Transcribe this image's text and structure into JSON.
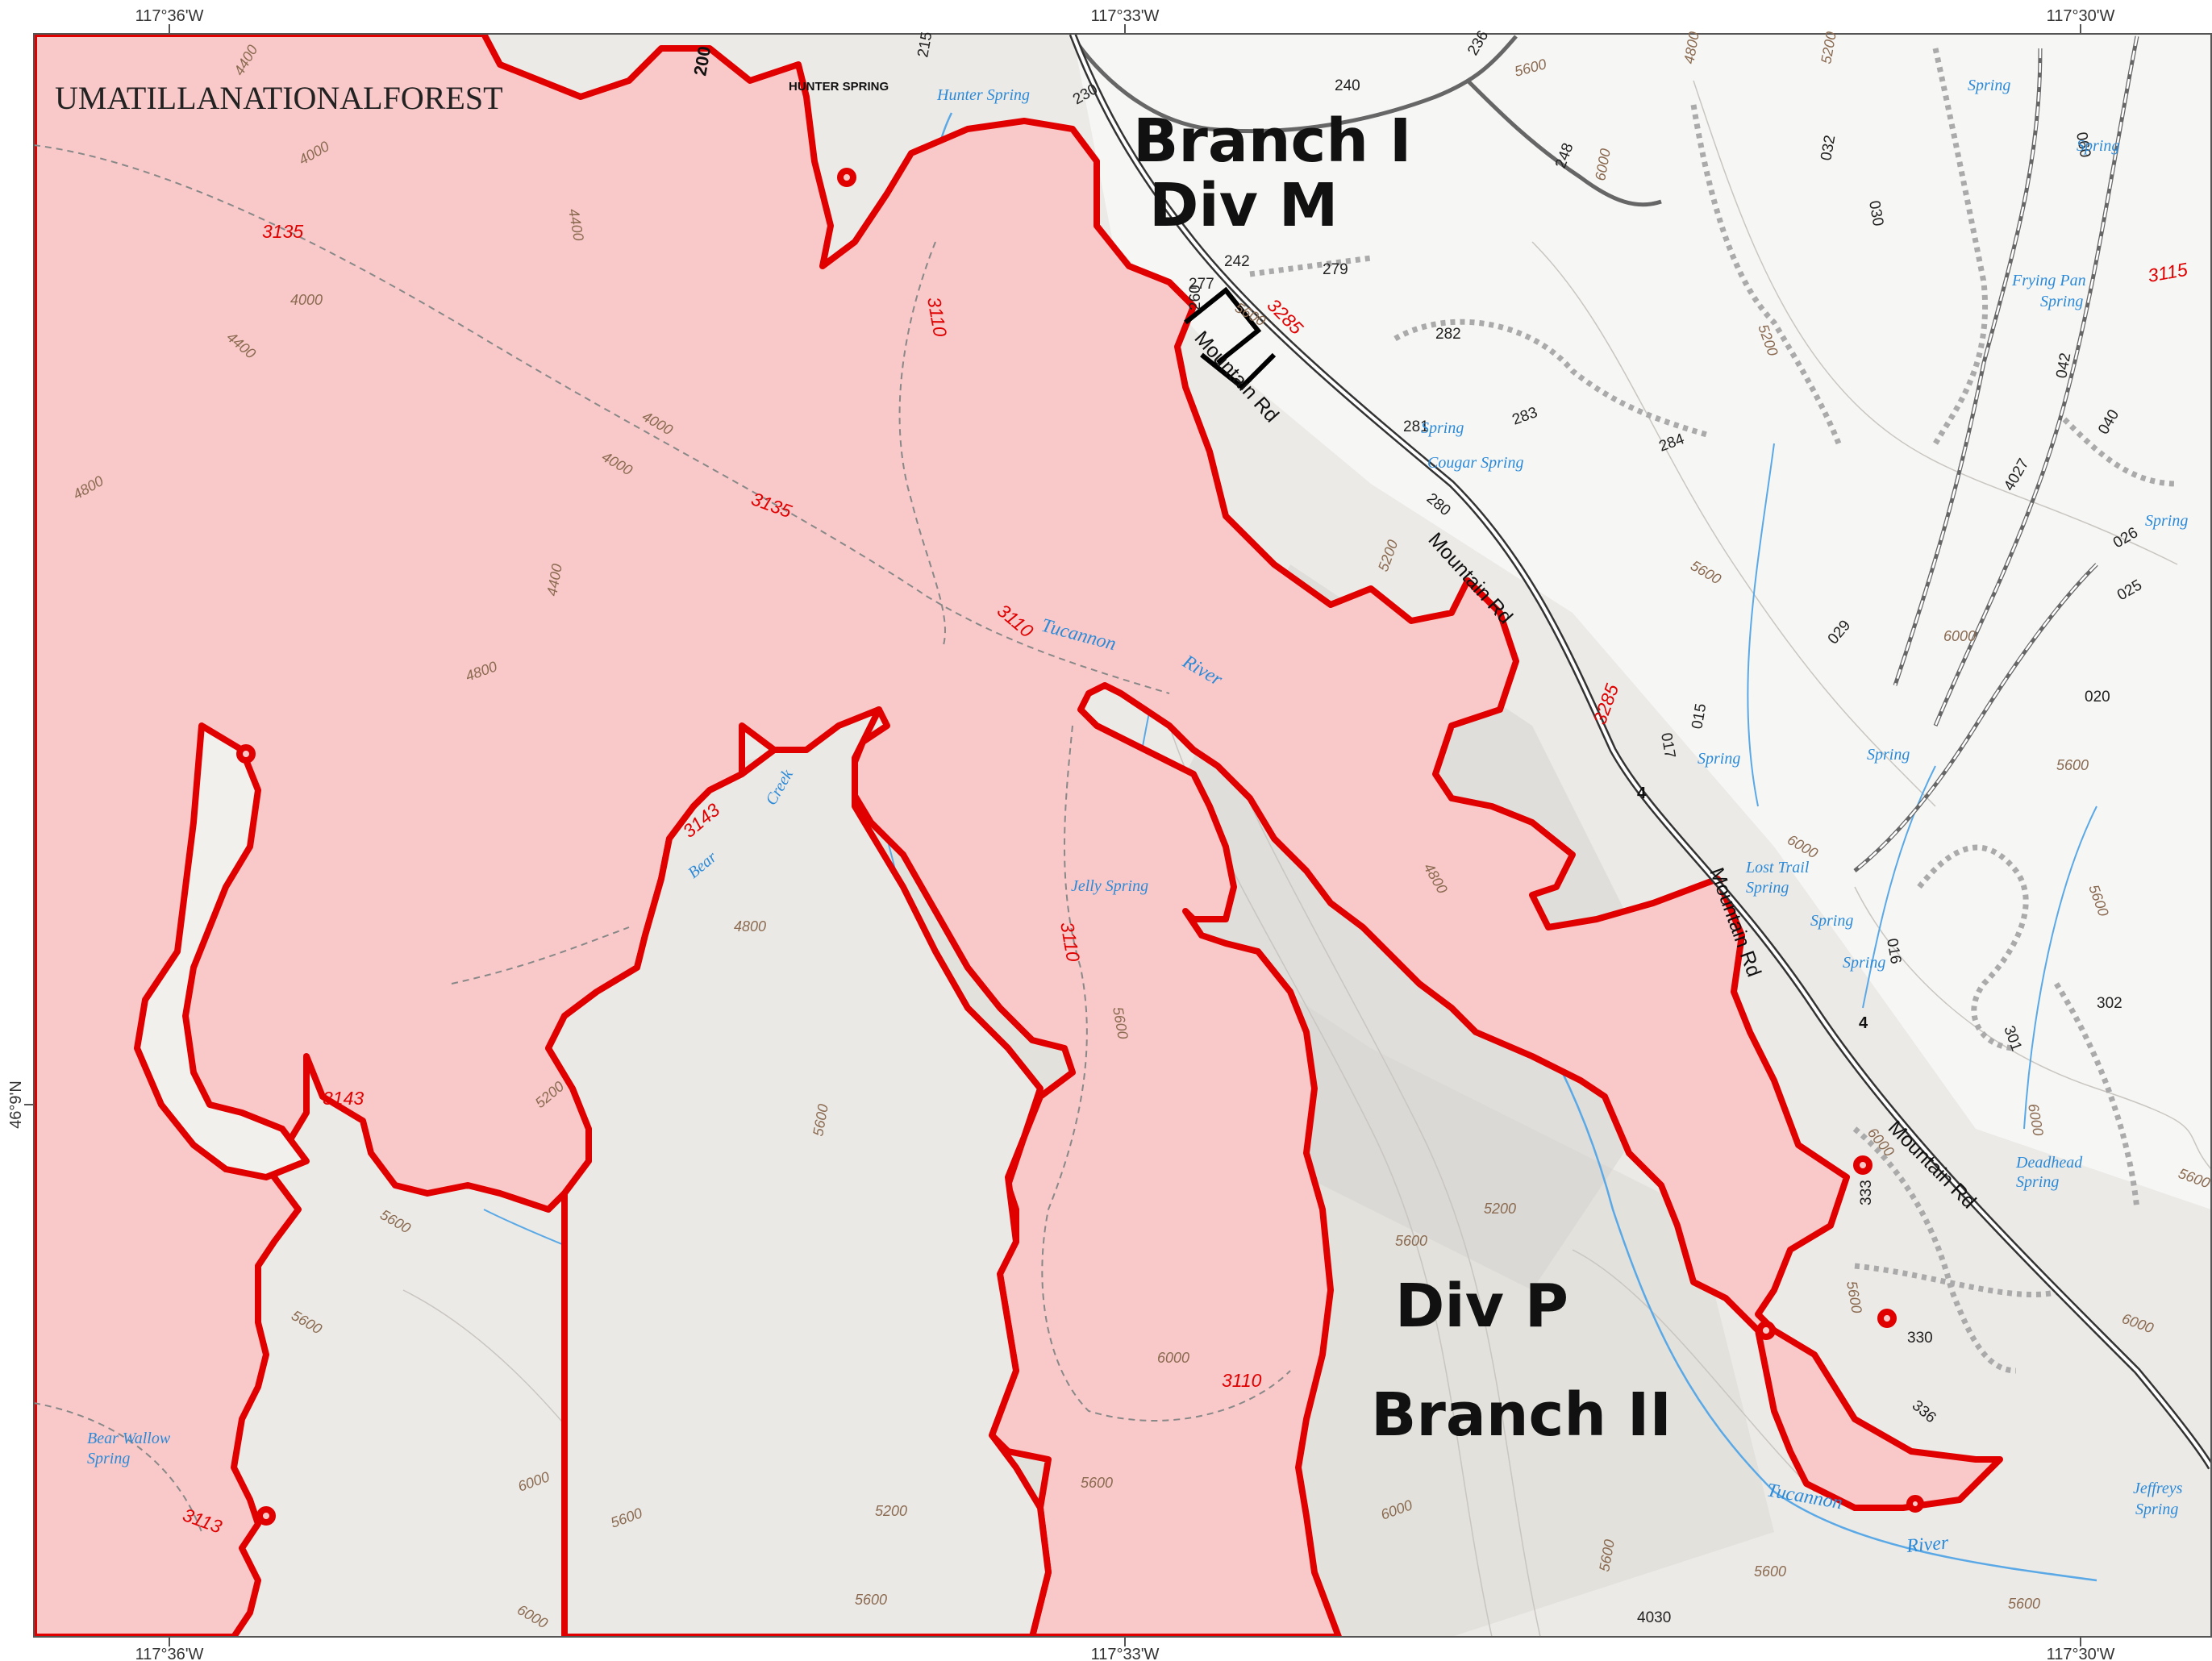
{
  "map": {
    "title": "UMATILLANATIONALFOREST",
    "coordinates": {
      "top": [
        "117°36'W",
        "117°33'W",
        "117°30'W"
      ],
      "bottom": [
        "117°36'W",
        "117°33'W",
        "117°30'W"
      ],
      "left": [
        "46°9'N"
      ]
    },
    "divisions": {
      "branch1": "Branch I",
      "divM": "Div M",
      "divP": "Div P",
      "branch2": "Branch II"
    },
    "road_labels": {
      "mountain_rd": "Mountain Rd",
      "hwy": "4"
    },
    "forest_roads_red": [
      "3135",
      "3110",
      "3285",
      "3143",
      "3113",
      "3115"
    ],
    "forest_roads_black": [
      "200",
      "215",
      "230",
      "240",
      "236",
      "242",
      "277",
      "279",
      "282",
      "281",
      "283",
      "284",
      "280",
      "248",
      "032",
      "030",
      "060",
      "042",
      "040",
      "4027",
      "026",
      "025",
      "029",
      "015",
      "017",
      "016",
      "020",
      "302",
      "301",
      "333",
      "330",
      "336",
      "4030",
      "260"
    ],
    "water_features": {
      "hunter_spring": "Hunter Spring",
      "tucannon": "Tucannon",
      "river": "River",
      "bear": "Bear",
      "creek": "Creek",
      "jelly_spring": "Jelly Spring",
      "spring": "Spring",
      "cougar_spring": "Cougar Spring",
      "frying_pan": "Frying Pan",
      "lost_trail": "Lost Trail",
      "deadhead": "Deadhead",
      "bear_wallow": "Bear Wallow",
      "jeffreys": "Jeffreys"
    },
    "places": {
      "hunter_spring_cg": "HUNTER SPRING"
    },
    "contour_labels": [
      "4400",
      "4000",
      "4800",
      "5200",
      "5600",
      "6000"
    ],
    "colors": {
      "fire_perimeter": "#e00000",
      "burn_fill": "#f9c9c9",
      "terrain": "#eceae7",
      "water": "#2b8ad8",
      "frame": "#ffffff"
    }
  }
}
